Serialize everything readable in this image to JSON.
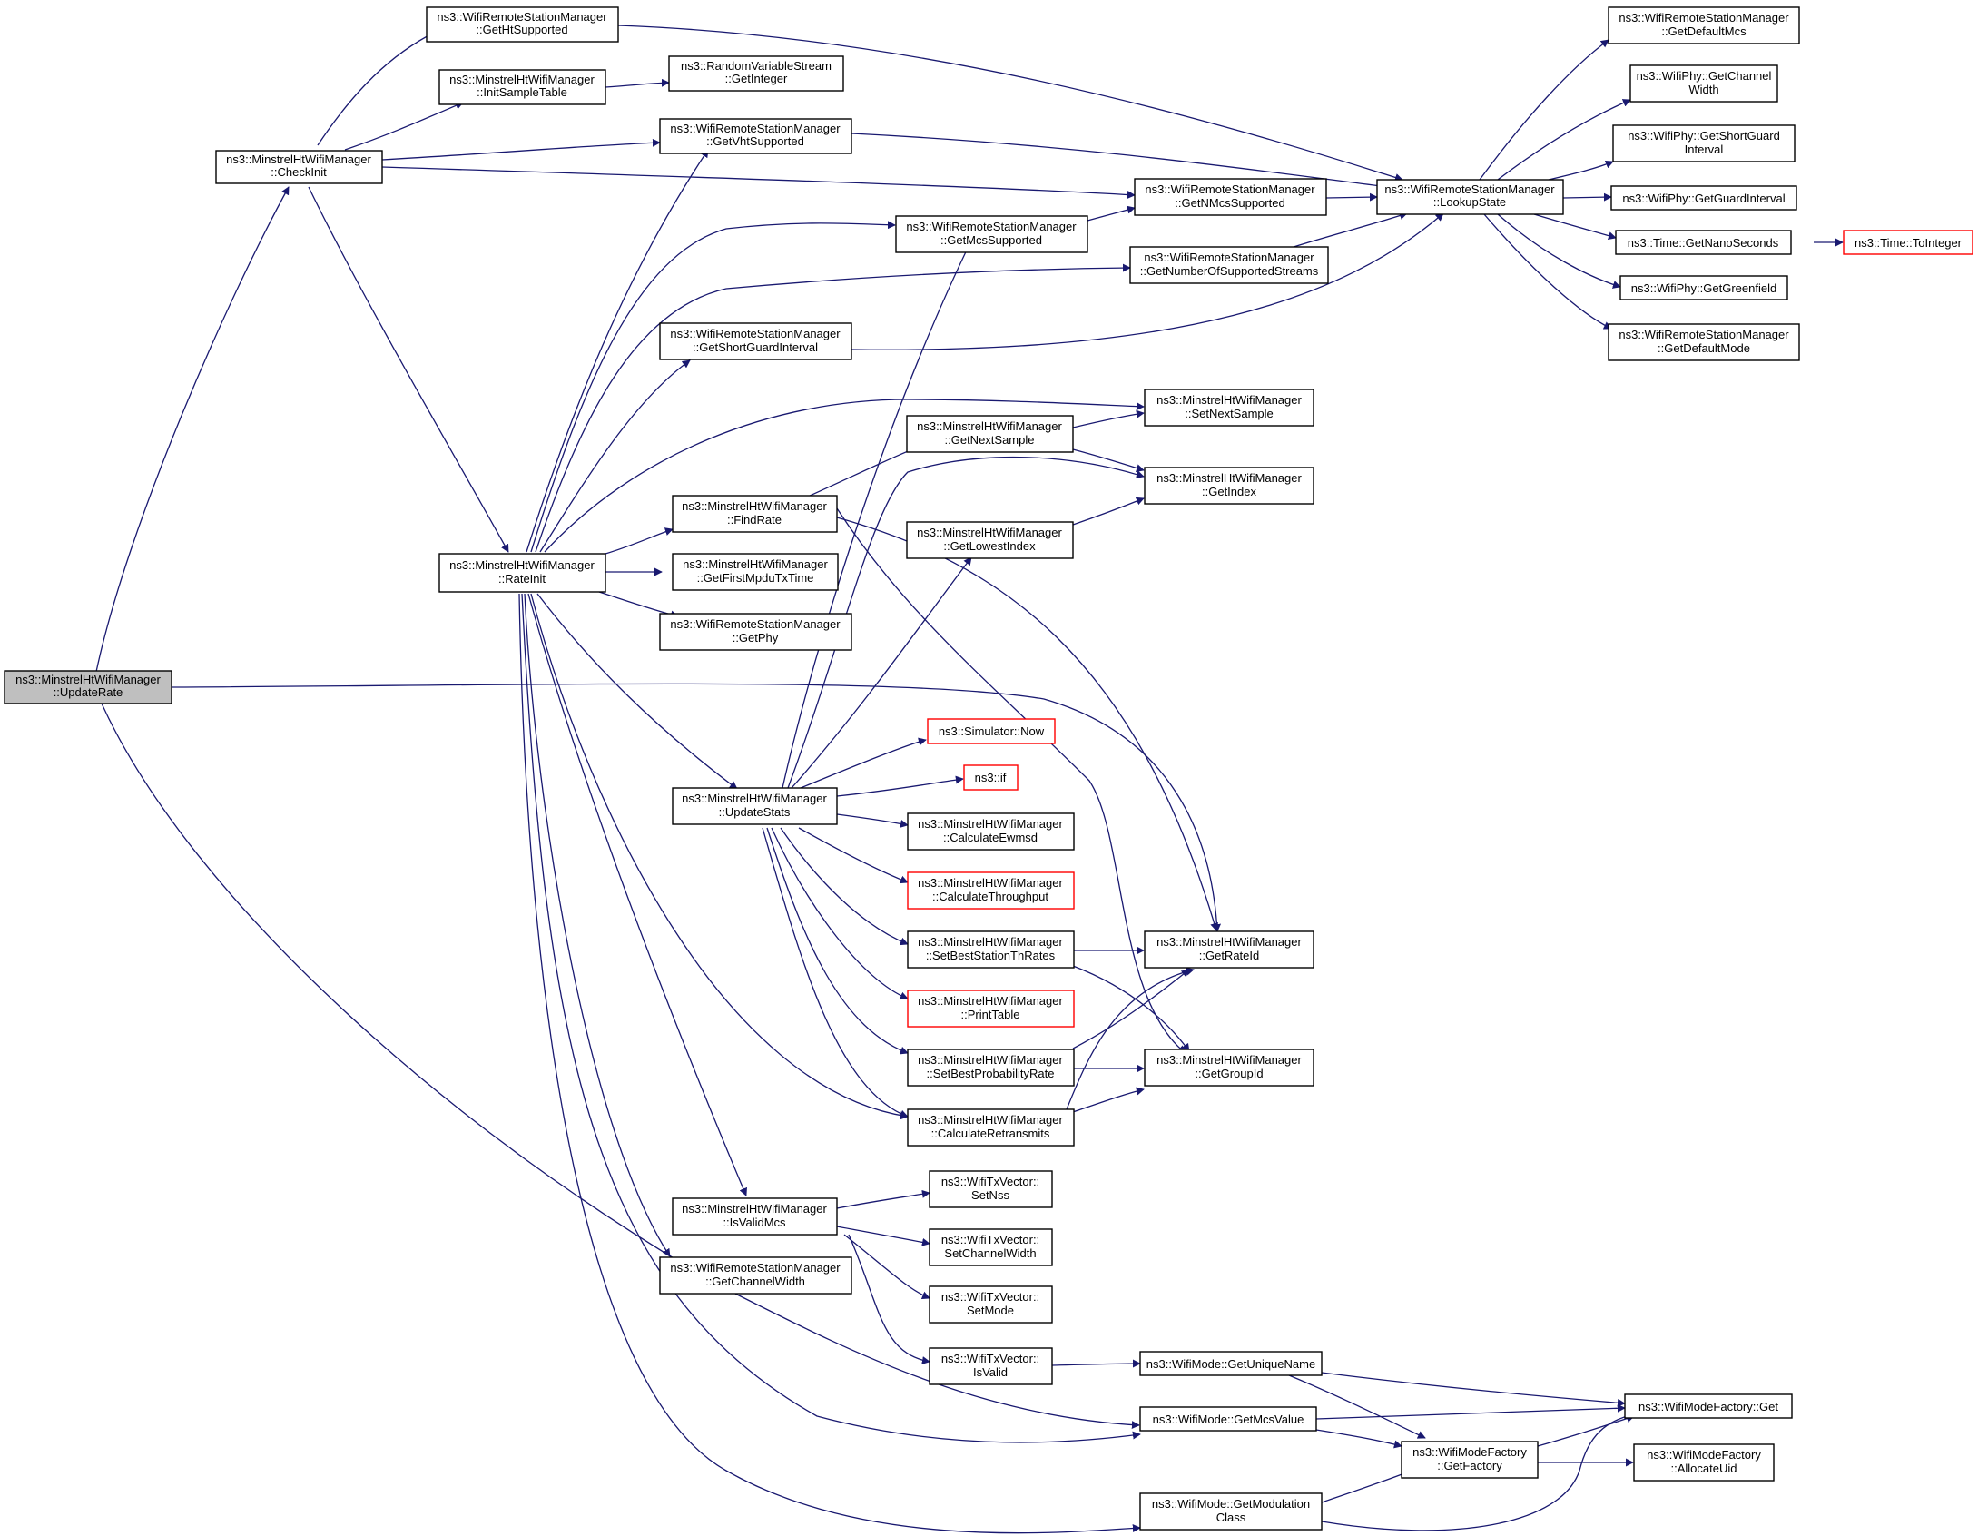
{
  "colors": {
    "edge": "#191970",
    "node_border": "#000000",
    "truncated_border": "#ff0000",
    "highlight_fill": "#bfbfbf",
    "background": "#ffffff"
  },
  "nodes": {
    "updateRate": [
      "ns3::MinstrelHtWifiManager",
      "::UpdateRate"
    ],
    "checkInit": [
      "ns3::MinstrelHtWifiManager",
      "::CheckInit"
    ],
    "rateInit": [
      "ns3::MinstrelHtWifiManager",
      "::RateInit"
    ],
    "getHtSupported": [
      "ns3::WifiRemoteStationManager",
      "::GetHtSupported"
    ],
    "initSampleTable": [
      "ns3::MinstrelHtWifiManager",
      "::InitSampleTable"
    ],
    "getInteger": [
      "ns3::RandomVariableStream",
      "::GetInteger"
    ],
    "getVhtSupported": [
      "ns3::WifiRemoteStationManager",
      "::GetVhtSupported"
    ],
    "getNMcsSupported": [
      "ns3::WifiRemoteStationManager",
      "::GetNMcsSupported"
    ],
    "getMcsSupported": [
      "ns3::WifiRemoteStationManager",
      "::GetMcsSupported"
    ],
    "getNumberOfSupportedStreams": [
      "ns3::WifiRemoteStationManager",
      "::GetNumberOfSupportedStreams"
    ],
    "getShortGuardIntervalRsm": [
      "ns3::WifiRemoteStationManager",
      "::GetShortGuardInterval"
    ],
    "lookupState": [
      "ns3::WifiRemoteStationManager",
      "::LookupState"
    ],
    "getDefaultMcs": [
      "ns3::WifiRemoteStationManager",
      "::GetDefaultMcs"
    ],
    "getChannelWidthPhy": [
      "ns3::WifiPhy::GetChannel",
      "Width"
    ],
    "getShortGuardIntervalPhy": [
      "ns3::WifiPhy::GetShortGuard",
      "Interval"
    ],
    "getGuardInterval": [
      "ns3::WifiPhy::GetGuardInterval"
    ],
    "getNanoSeconds": [
      "ns3::Time::GetNanoSeconds"
    ],
    "toInteger": [
      "ns3::Time::ToInteger"
    ],
    "getGreenfield": [
      "ns3::WifiPhy::GetGreenfield"
    ],
    "getDefaultMode": [
      "ns3::WifiRemoteStationManager",
      "::GetDefaultMode"
    ],
    "setNextSample": [
      "ns3::MinstrelHtWifiManager",
      "::SetNextSample"
    ],
    "getNextSample": [
      "ns3::MinstrelHtWifiManager",
      "::GetNextSample"
    ],
    "getIndex": [
      "ns3::MinstrelHtWifiManager",
      "::GetIndex"
    ],
    "findRate": [
      "ns3::MinstrelHtWifiManager",
      "::FindRate"
    ],
    "getLowestIndex": [
      "ns3::MinstrelHtWifiManager",
      "::GetLowestIndex"
    ],
    "getFirstMpduTxTime": [
      "ns3::MinstrelHtWifiManager",
      "::GetFirstMpduTxTime"
    ],
    "getPhy": [
      "ns3::WifiRemoteStationManager",
      "::GetPhy"
    ],
    "simulatorNow": [
      "ns3::Simulator::Now"
    ],
    "nsIf": [
      "ns3::if"
    ],
    "updateStats": [
      "ns3::MinstrelHtWifiManager",
      "::UpdateStats"
    ],
    "calculateEwmsd": [
      "ns3::MinstrelHtWifiManager",
      "::CalculateEwmsd"
    ],
    "calculateThroughput": [
      "ns3::MinstrelHtWifiManager",
      "::CalculateThroughput"
    ],
    "setBestStationThRates": [
      "ns3::MinstrelHtWifiManager",
      "::SetBestStationThRates"
    ],
    "getRateId": [
      "ns3::MinstrelHtWifiManager",
      "::GetRateId"
    ],
    "printTable": [
      "ns3::MinstrelHtWifiManager",
      "::PrintTable"
    ],
    "setBestProbabilityRate": [
      "ns3::MinstrelHtWifiManager",
      "::SetBestProbabilityRate"
    ],
    "getGroupId": [
      "ns3::MinstrelHtWifiManager",
      "::GetGroupId"
    ],
    "calculateRetransmits": [
      "ns3::MinstrelHtWifiManager",
      "::CalculateRetransmits"
    ],
    "isValidMcs": [
      "ns3::MinstrelHtWifiManager",
      "::IsValidMcs"
    ],
    "setNss": [
      "ns3::WifiTxVector::",
      "SetNss"
    ],
    "setChannelWidth": [
      "ns3::WifiTxVector::",
      "SetChannelWidth"
    ],
    "getChannelWidthRsm": [
      "ns3::WifiRemoteStationManager",
      "::GetChannelWidth"
    ],
    "setMode": [
      "ns3::WifiTxVector::",
      "SetMode"
    ],
    "isValid": [
      "ns3::WifiTxVector::",
      "IsValid"
    ],
    "getUniqueName": [
      "ns3::WifiMode::GetUniqueName"
    ],
    "getMcsValue": [
      "ns3::WifiMode::GetMcsValue"
    ],
    "modeFactoryGet": [
      "ns3::WifiModeFactory::Get"
    ],
    "getFactory": [
      "ns3::WifiModeFactory",
      "::GetFactory"
    ],
    "allocateUid": [
      "ns3::WifiModeFactory",
      "::AllocateUid"
    ],
    "getModulationClass": [
      "ns3::WifiMode::GetModulation",
      "Class"
    ]
  }
}
